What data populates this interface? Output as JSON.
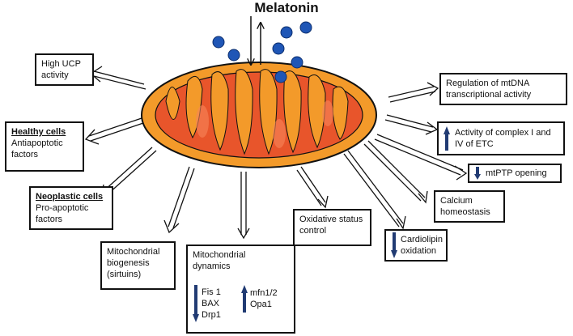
{
  "title": "Melatonin",
  "boxes": {
    "high_ucp": "High UCP activity",
    "healthy_title": "Healthy cells",
    "healthy_text": "Antiapoptotic factors",
    "neoplastic_title": "Neoplastic cells",
    "neoplastic_text": "Pro-apoptotic factors",
    "biogenesis": "Mitochondrial biogenesis (sirtuins)",
    "dynamics_title": "Mitochondrial dynamics",
    "dyn_down": [
      "Fis 1",
      "BAX",
      "Drp1"
    ],
    "dyn_up": [
      "mfn1/2",
      "Opa1"
    ],
    "oxidative": "Oxidative status control",
    "cardiolipin": "Cardiolipin oxidation",
    "calcium": "Calcium homeostasis",
    "mtptp": "mtPTP opening",
    "complex": "Activity of complex I and IV of ETC",
    "mtdna": "Regulation of mtDNA transcriptional activity"
  },
  "colors": {
    "membrane_outer": "#f39a2a",
    "membrane_inner": "#f6a63c",
    "matrix": "#e8552b",
    "matrix_light": "#f7865a",
    "melatonin_dot": "#1f56b6",
    "indicator_arrow": "#213b73"
  }
}
